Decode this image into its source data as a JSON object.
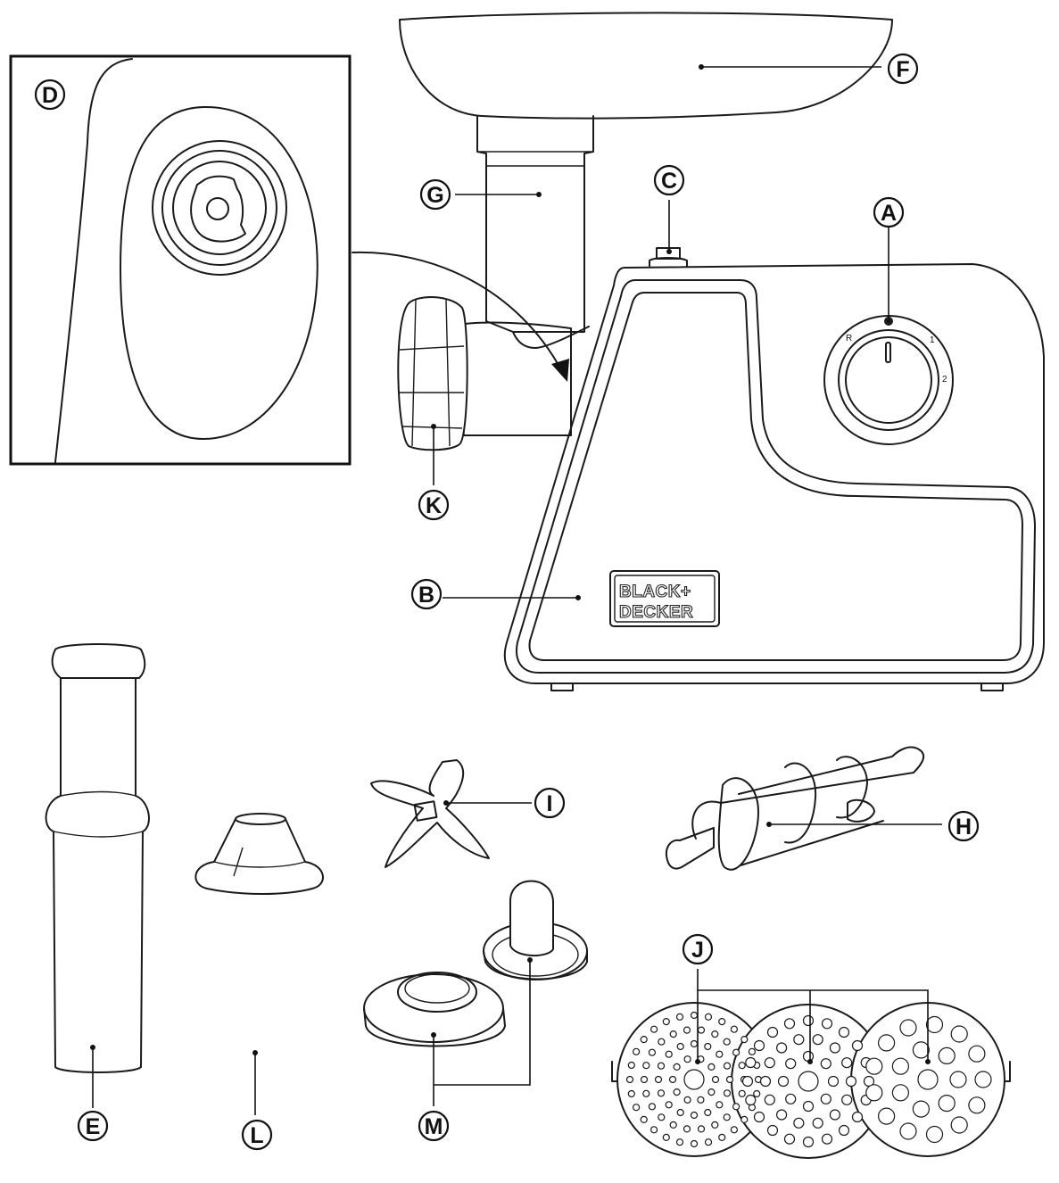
{
  "labels": {
    "A": "A",
    "B": "B",
    "C": "C",
    "D": "D",
    "E": "E",
    "F": "F",
    "G": "G",
    "H": "H",
    "I": "I",
    "J": "J",
    "K": "K",
    "L": "L",
    "M": "M"
  },
  "dial": {
    "reverse": "R",
    "speed1": "1",
    "speed2": "2"
  },
  "logo": {
    "line1": "BLACK+",
    "line2": "DECKER"
  }
}
